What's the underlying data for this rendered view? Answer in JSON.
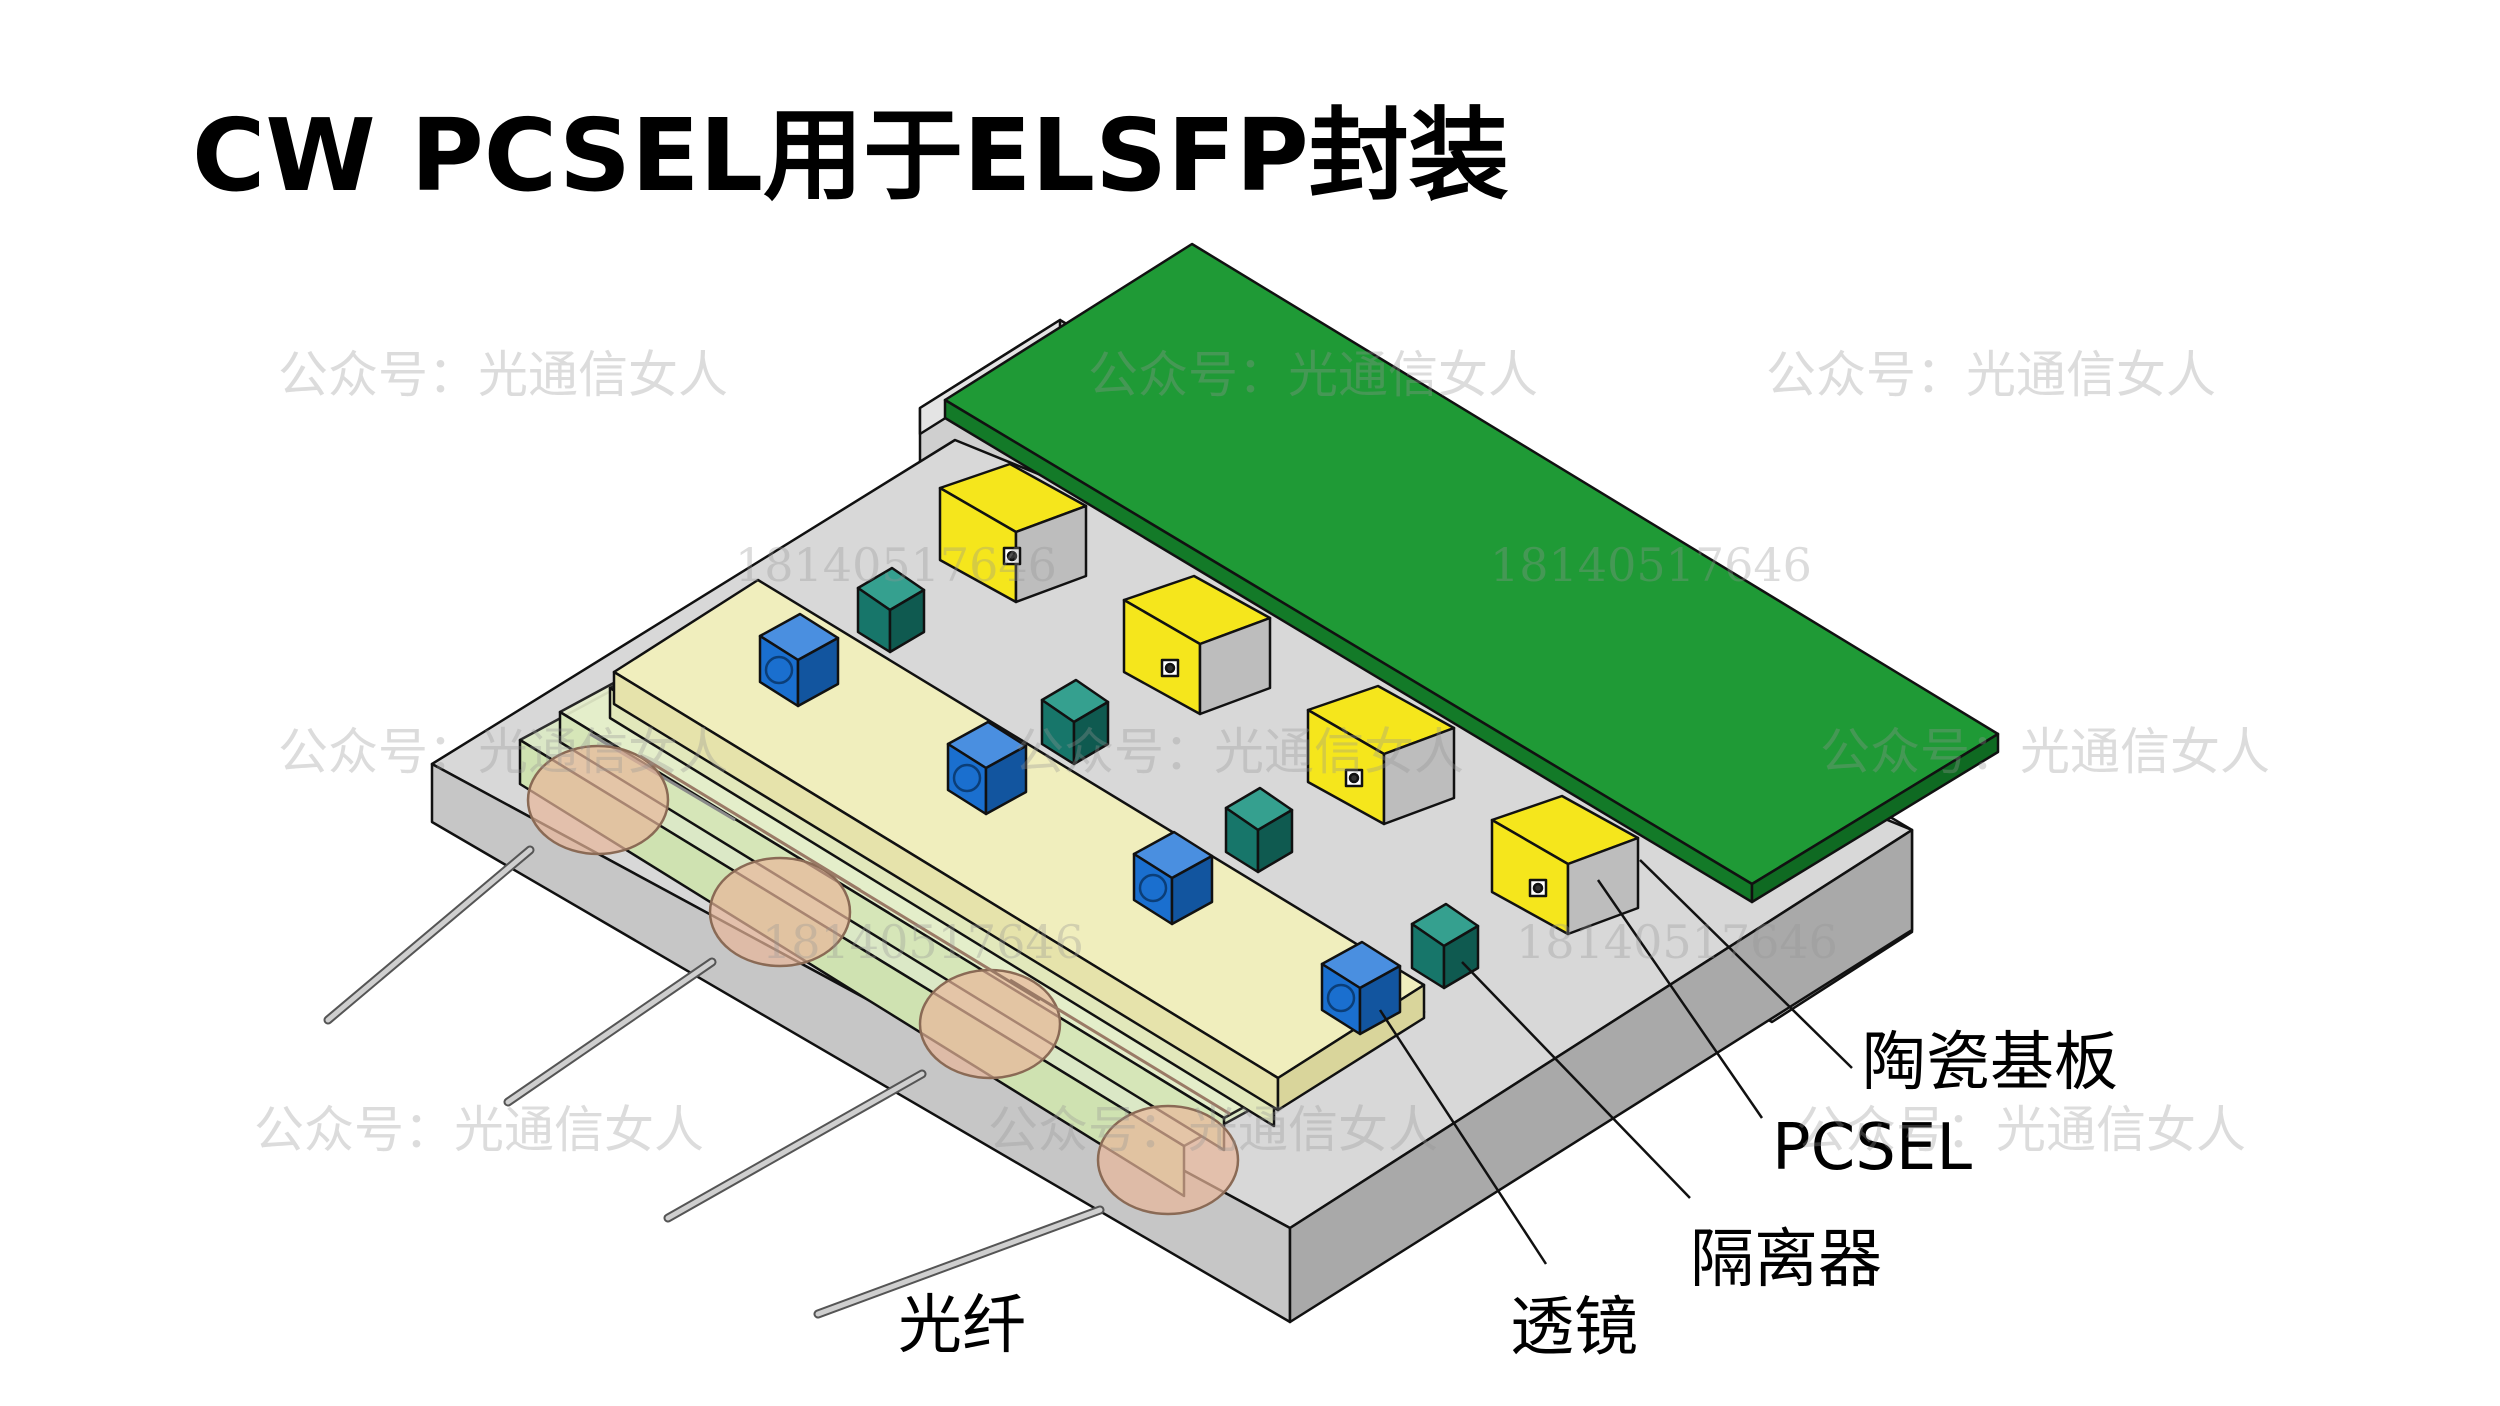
{
  "title": "CW PCSEL用于ELSFP封装",
  "labels": {
    "ceramic_substrate": "陶瓷基板",
    "pcsel": "PCSEL",
    "isolator": "隔离器",
    "lens": "透镜",
    "fiber": "光纤"
  },
  "watermark": {
    "account": "公众号：光通信女人",
    "number": "18140517646"
  },
  "colors": {
    "pcb_green": "#1f9a36",
    "pcsel_yellow": "#f5e61c",
    "lens_blue": "#1a6fcf",
    "isolator_teal": "#17766a",
    "base_gray": "#d6d6d6",
    "fiber_array_yellow": "#f0eebd",
    "fiber_cap": "#e8b69a"
  },
  "icons": {
    "pcsel": "pcsel-chip-icon",
    "lens": "lens-block-icon",
    "isolator": "isolator-block-icon"
  }
}
